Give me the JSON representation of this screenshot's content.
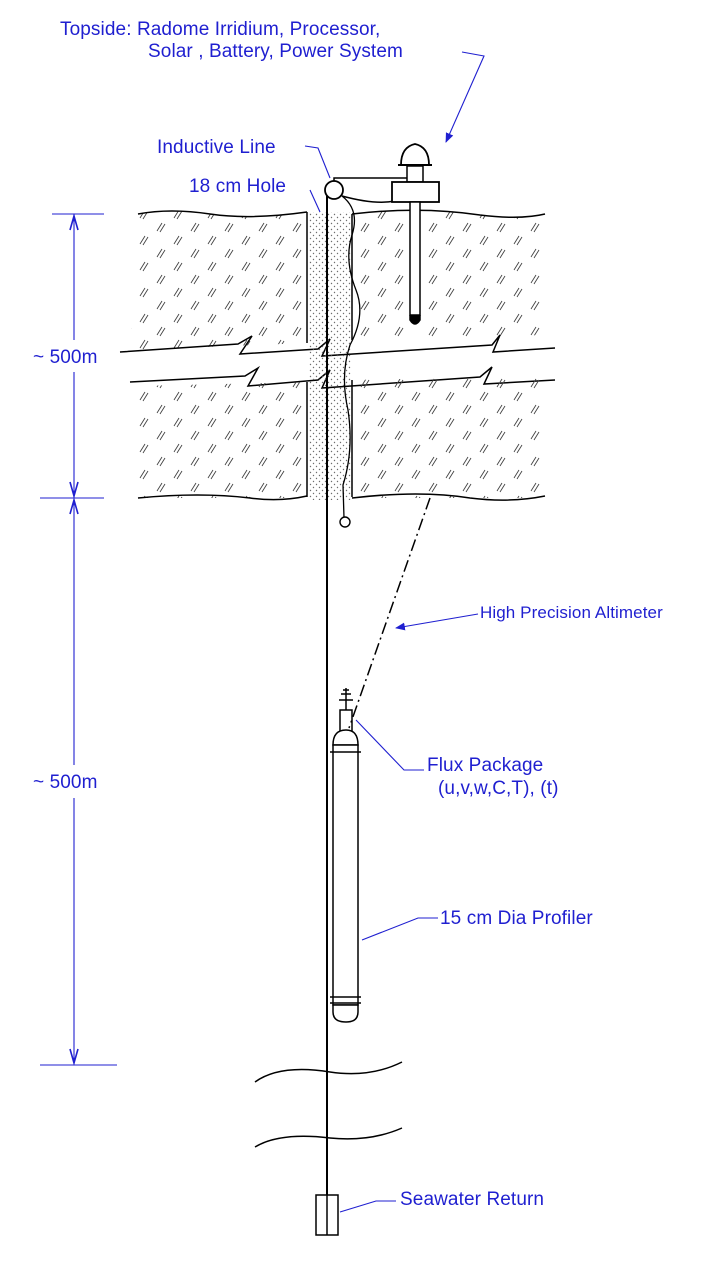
{
  "labels": {
    "topside_line1": "Topside: Radome Irridium, Processor,",
    "topside_line2": "Solar , Battery, Power System",
    "inductive_line": "Inductive Line",
    "hole": "18 cm Hole",
    "depth_ice": "~ 500m",
    "depth_water": "~ 500m",
    "altimeter": "High Precision Altimeter",
    "flux_line1": "Flux Package",
    "flux_line2": "(u,v,w,C,T), (t)",
    "profiler": "15 cm Dia Profiler",
    "seawater": "Seawater Return"
  },
  "colors": {
    "text": "#1f1fd0",
    "line": "#000000",
    "leader": "#1f1fd0",
    "hatch": "#333333"
  }
}
